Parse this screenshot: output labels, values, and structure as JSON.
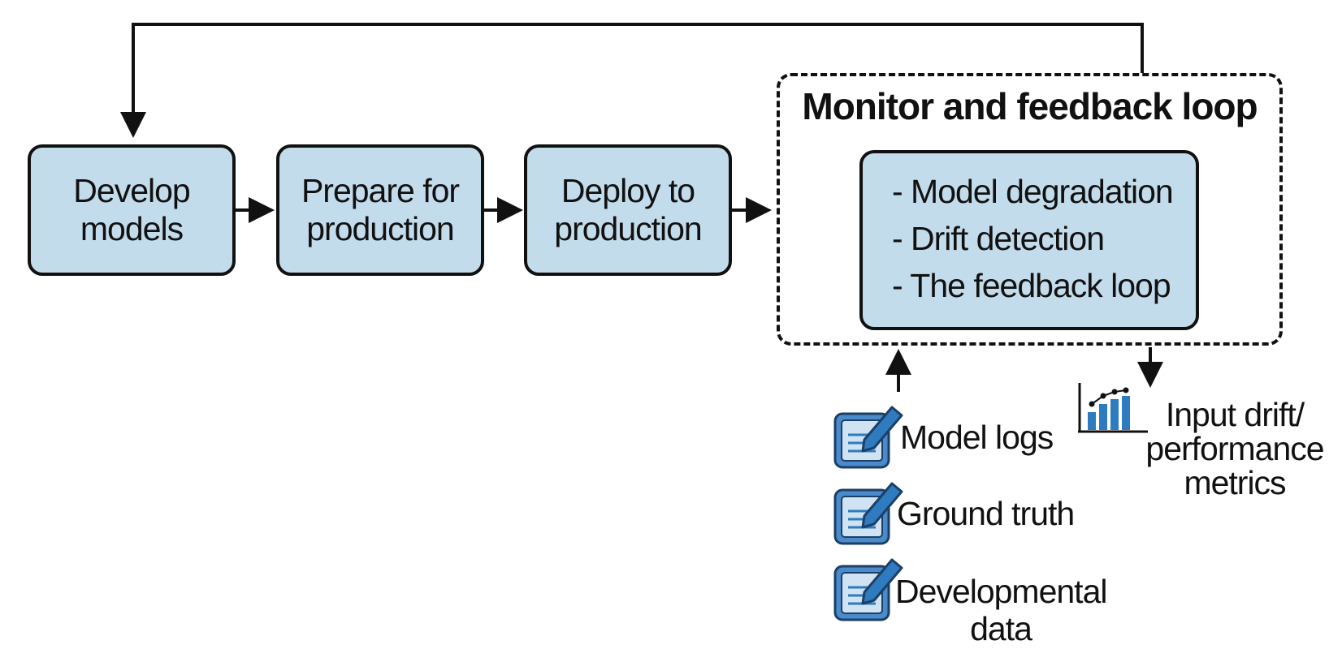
{
  "steps": [
    {
      "line1": "Develop",
      "line2": "models"
    },
    {
      "line1": "Prepare for",
      "line2": "production"
    },
    {
      "line1": "Deploy to",
      "line2": "production"
    }
  ],
  "monitor": {
    "title": "Monitor and feedback loop",
    "items": [
      "- Model degradation",
      "- Drift detection",
      "- The feedback loop"
    ]
  },
  "inputs": {
    "model_logs": "Model logs",
    "ground_truth": "Ground truth",
    "developmental_line1": "Developmental",
    "developmental_line2": "data"
  },
  "output": {
    "line1": "Input drift/",
    "line2": "performance",
    "line3": "metrics"
  },
  "icons": {
    "document": "document-edit-icon",
    "chart": "bar-chart-icon"
  },
  "colors": {
    "box_fill": "#c3dcec",
    "icon_blue": "#2f7bbf",
    "stroke": "#111111"
  }
}
